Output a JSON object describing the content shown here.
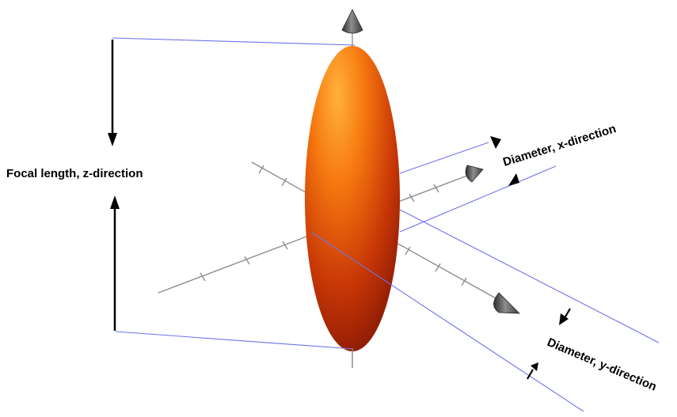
{
  "labels": {
    "focal_length": "Focal length, z-direction",
    "diameter_x": "Diameter, x-direction",
    "diameter_y": "Diameter, y-direction"
  },
  "colors": {
    "guide_line": "#6f73ea",
    "axis_line": "#8a8a8a",
    "ellipsoid_light": "#ff9a1c",
    "ellipsoid_mid": "#e85a08",
    "ellipsoid_dark": "#7a0e04",
    "arrow": "#000000",
    "axis_cone": "#4a4a4a"
  }
}
